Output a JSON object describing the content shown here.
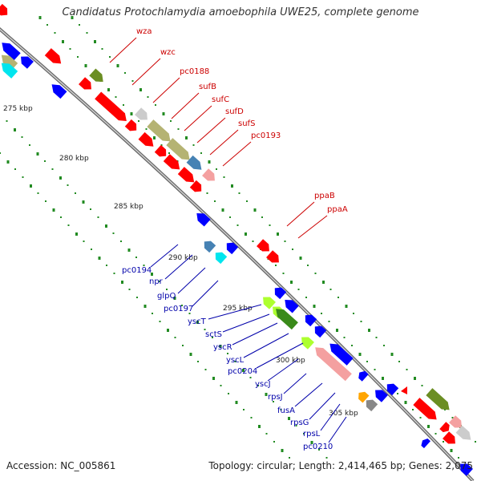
{
  "title": "Candidatus Protochlamydia amoebophila UWE25, complete genome",
  "footer": {
    "accession": "Accession: NC_005861",
    "summary": "Topology: circular; Length: 2,414,465 bp; Genes: 2,075"
  },
  "colors": {
    "backbone": "#888888",
    "forward_gene": "#ff0000",
    "reverse_gene": "#0000ff",
    "label_forward": "#cc0000",
    "label_reverse": "#0000aa",
    "gc_dots": "#228b22",
    "olive": "#b5b373",
    "dark_olive": "#6b8e23",
    "light_gray": "#cccccc",
    "salmon": "#f4a0a0",
    "steel_blue": "#4682b4",
    "cyan": "#00e5ee",
    "lime": "#adff2f",
    "dark_green": "#3a8a1a",
    "orange": "#ffa500",
    "gray": "#888888"
  },
  "ticks": [
    "275 kbp",
    "280 kbp",
    "285 kbp",
    "290 kbp",
    "295 kbp",
    "300 kbp",
    "305 kbp"
  ],
  "forward_labels": [
    "wza",
    "wzc",
    "pc0188",
    "sufB",
    "sufC",
    "sufD",
    "sufS",
    "pc0193",
    "ppaB",
    "ppaA"
  ],
  "reverse_labels": [
    "pc0194",
    "npr",
    "glpQ",
    "pc0197",
    "yscT",
    "sctS",
    "yscR",
    "yscL",
    "pc0204",
    "yscJ",
    "rpsJ",
    "fusA",
    "rpsG",
    "rpsL",
    "pc0210"
  ]
}
